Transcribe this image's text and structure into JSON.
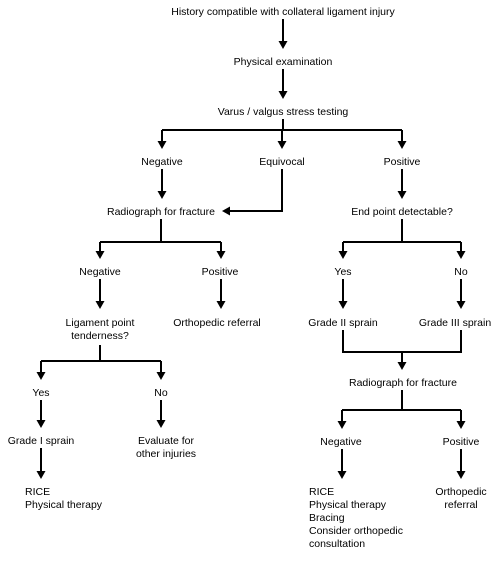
{
  "diagram": {
    "root": "History compatible with collateral ligament injury",
    "exam": "Physical examination",
    "stress": "Varus / valgus stress testing",
    "stress_negative": "Negative",
    "stress_equivocal": "Equivocal",
    "stress_positive": "Positive",
    "radiograph_left": "Radiograph for fracture",
    "rl_negative": "Negative",
    "rl_positive": "Positive",
    "ligament_tenderness": [
      "Ligament point",
      "tenderness?"
    ],
    "ortho_referral_left": "Orthopedic referral",
    "tender_yes": "Yes",
    "tender_no": "No",
    "grade1": "Grade I sprain",
    "evaluate_other": [
      "Evaluate for",
      "other injuries"
    ],
    "rice_left": [
      "RICE",
      "Physical therapy"
    ],
    "end_point": "End point detectable?",
    "ep_yes": "Yes",
    "ep_no": "No",
    "grade2": "Grade II sprain",
    "grade3": "Grade III sprain",
    "radiograph_right": "Radiograph for fracture",
    "rr_negative": "Negative",
    "rr_positive": "Positive",
    "rice_right": [
      "RICE",
      "Physical therapy",
      "Bracing",
      "Consider orthopedic",
      "consultation"
    ],
    "ortho_referral_right": [
      "Orthopedic",
      "referral"
    ]
  }
}
